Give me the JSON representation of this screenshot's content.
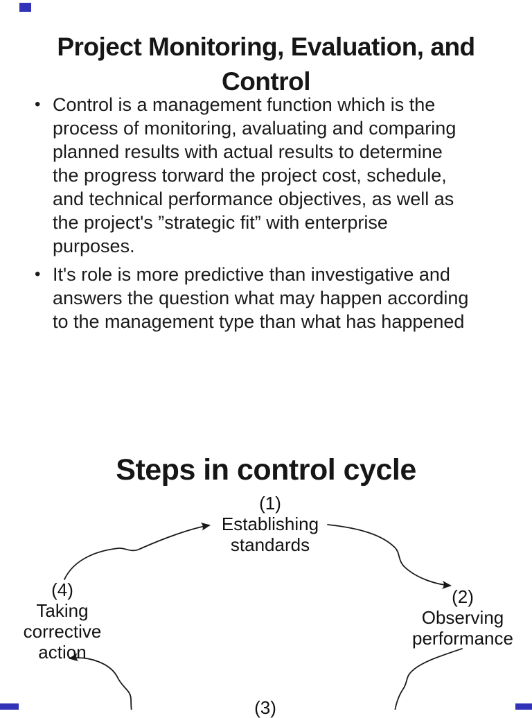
{
  "page": {
    "background": "#ffffff",
    "text_color": "#1a1a1a",
    "corner_mark_color": "#3232b8"
  },
  "slide1": {
    "title_lines": [
      "Project Monitoring, Evaluation, and",
      "Control"
    ],
    "bullets": [
      {
        "lines": [
          "Control is a management function which is the",
          "process of monitoring, avaluating and comparing",
          "planned results with actual results to determine",
          "the progress torward the project cost, schedule,",
          "and technical performance objectives, as well as",
          "the project's ”strategic fit” with enterprise",
          "purposes."
        ]
      },
      {
        "lines": [
          "It's role is more predictive than investigative and",
          "answers the question what may happen according",
          "to the management type than what has happened"
        ]
      }
    ]
  },
  "slide2": {
    "title": "Steps in control cycle",
    "nodes": [
      {
        "id": "node-1",
        "lines": [
          "(1)",
          "Establishing",
          "standards"
        ]
      },
      {
        "id": "node-2",
        "lines": [
          "(2)",
          "Observing",
          "performance"
        ]
      },
      {
        "id": "node-3",
        "lines": [
          "(3)"
        ]
      },
      {
        "id": "node-4",
        "lines": [
          "(4)",
          "Taking",
          "corrective",
          "action"
        ]
      }
    ],
    "arrow_color": "#1a1a1a"
  }
}
